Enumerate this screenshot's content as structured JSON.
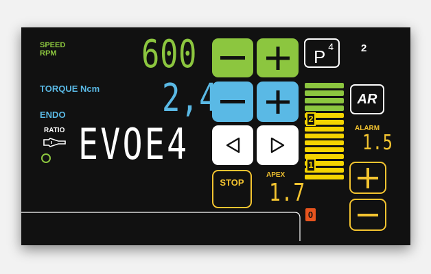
{
  "labels": {
    "speed": "SPEED",
    "rpm": "RPM",
    "torque": "TORQUE Ncm",
    "endo": "ENDO",
    "ratio": "RATIO",
    "alarm": "ALARM",
    "apex": "APEX"
  },
  "readouts": {
    "speed_value": "600",
    "torque_value": "2,4",
    "file_code": "EVOE4",
    "alarm_value": "1.5",
    "apex_value": "1.7"
  },
  "program": {
    "letter": "P",
    "number": "4",
    "memory": "2"
  },
  "buttons": {
    "stop_label": "STOP",
    "ar_label": "AR"
  },
  "apex_bar": {
    "marker_2": "2",
    "marker_1": "1",
    "marker_0": "0"
  },
  "colors": {
    "speed": "#8cc63f",
    "torque": "#5ab9e5",
    "nav": "#ffffff",
    "alarm": "#f4c430",
    "apex_green": "#8cc63f",
    "apex_yellow": "#f4d400",
    "zero_marker": "#e8541e"
  }
}
